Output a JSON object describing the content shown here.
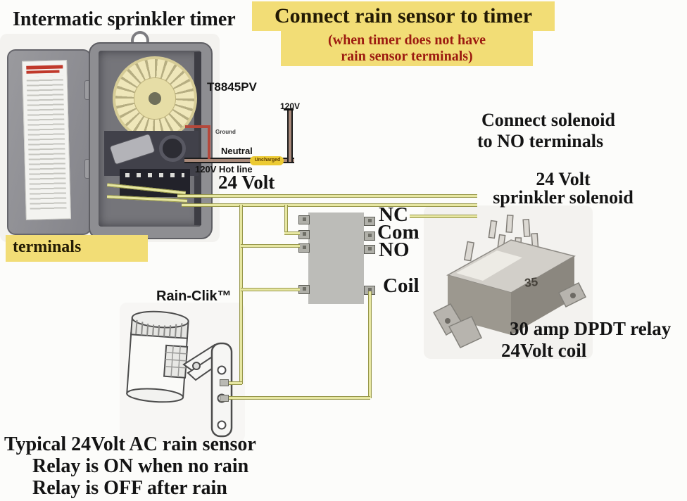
{
  "header": {
    "left_title": "Intermatic sprinkler timer",
    "banner": {
      "title": "Connect rain sensor to timer",
      "sub1": "(when timer does not have",
      "sub2": "rain sensor terminals)"
    }
  },
  "timer": {
    "model": "T8845PV",
    "v120": "120V",
    "ground": "Ground",
    "neutral": "Neutral",
    "tag": "Uncharged",
    "hot": "120V Hot line",
    "volt24": "24 Volt",
    "terminals": "terminals"
  },
  "relay": {
    "pins": [
      "NC",
      "Com",
      "NO",
      "Coil"
    ]
  },
  "solenoid": {
    "line1": "Connect solenoid",
    "line2": "to NO terminals",
    "line3": "24 Volt",
    "line4": "sprinkler solenoid"
  },
  "relay_photo": {
    "cap1": "30 amp DPDT relay",
    "cap2": "24Volt coil",
    "marking": "35"
  },
  "sensor": {
    "label": "Rain-Clik™"
  },
  "footer": {
    "line1": "Typical 24Volt AC rain sensor",
    "line2": "Relay is ON when no rain",
    "line3": "Relay is OFF after rain"
  },
  "colors": {
    "highlight": "#f2dd76",
    "wire_yellow": "#e7e7a2",
    "subtitle_red": "#9c1b10"
  }
}
